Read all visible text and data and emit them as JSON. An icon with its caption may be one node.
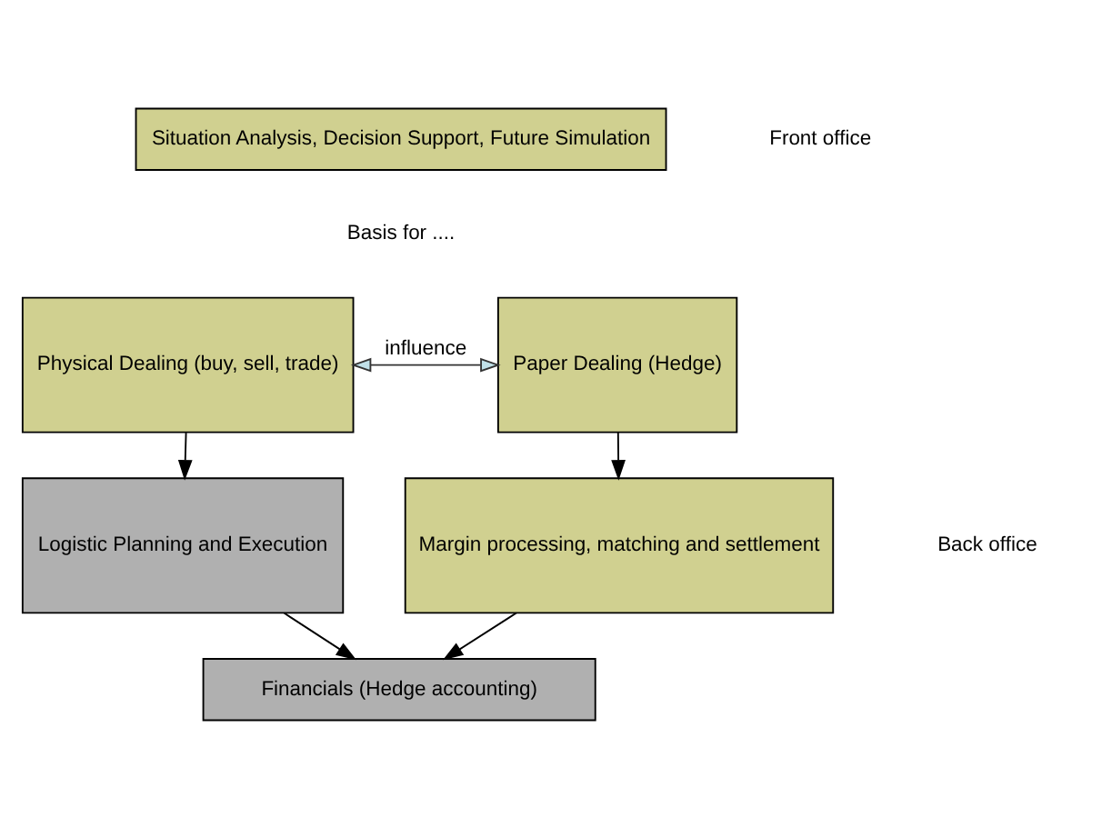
{
  "diagram": {
    "nodes": [
      {
        "text": [
          "Situation Analysis, Decision Support, Future Simulation"
        ]
      },
      {
        "text": [
          "Physical Dealing (buy, sell, trade)"
        ]
      },
      {
        "text": [
          "Paper Dealing (Hedge)"
        ]
      },
      {
        "text": [
          "Logistic Planning and Execution"
        ]
      },
      {
        "text": [
          "Margin processing, matching and settlement"
        ]
      },
      {
        "text": [
          "Financials (Hedge accounting)"
        ]
      }
    ],
    "edges": [
      {
        "from": 1,
        "to": 2,
        "arrow": "both",
        "label": "influence"
      },
      {
        "from": 1,
        "to": 3,
        "arrow": "to"
      },
      {
        "from": 2,
        "to": 4,
        "arrow": "to"
      },
      {
        "from": 3,
        "to": 5,
        "arrow": "to"
      },
      {
        "from": 4,
        "to": 5,
        "arrow": "to"
      }
    ],
    "labels": [
      "Front office",
      "Basis for ....",
      "Back office"
    ]
  }
}
